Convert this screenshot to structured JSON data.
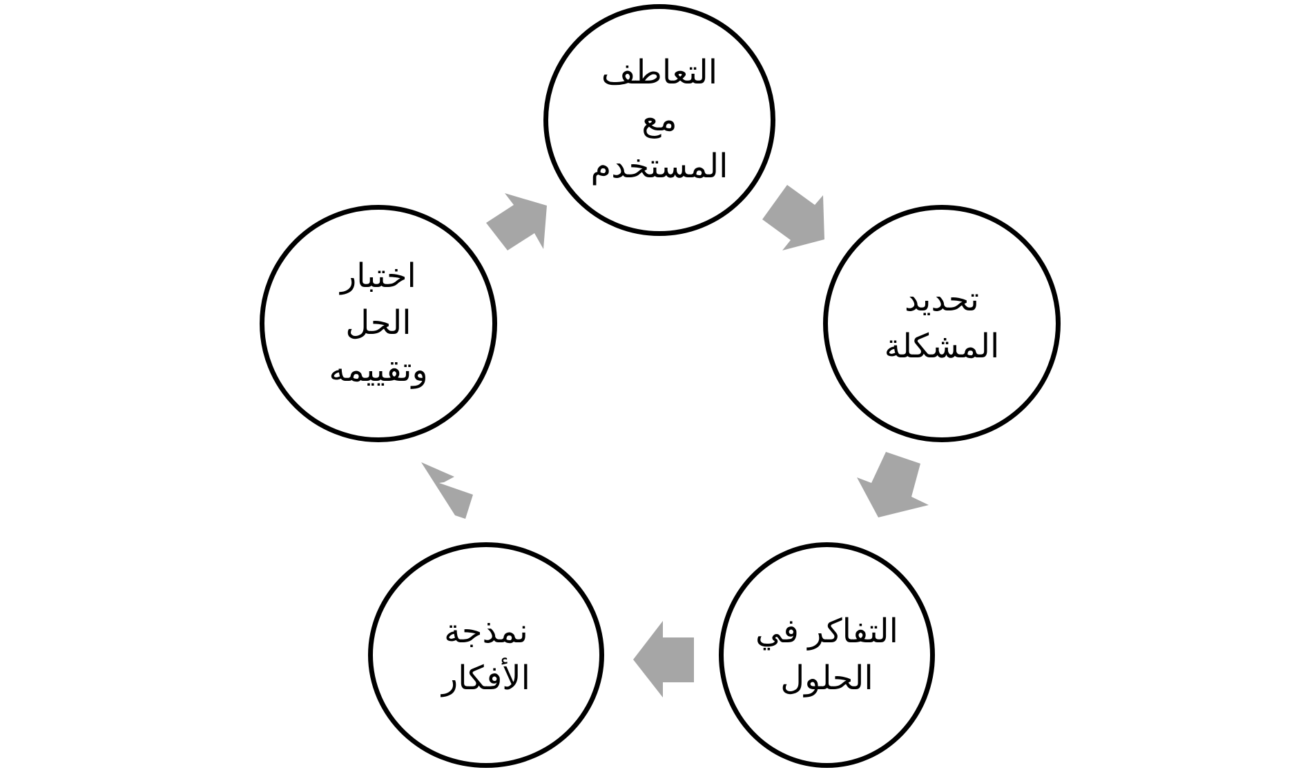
{
  "diagram": {
    "type": "cycle",
    "direction": "clockwise",
    "arrow_color": "#A6A6A6",
    "circle_border_color": "#000000",
    "nodes": [
      {
        "id": "n1",
        "lines": [
          "التعاطف",
          "مع",
          "المستخدم"
        ]
      },
      {
        "id": "n2",
        "lines": [
          "تحديد",
          "المشكلة"
        ]
      },
      {
        "id": "n3",
        "lines": [
          "التفاكر في",
          "الحلول"
        ]
      },
      {
        "id": "n4",
        "lines": [
          "نمذجة",
          "الأفكار"
        ]
      },
      {
        "id": "n5",
        "lines": [
          "اختبار",
          "الحل",
          "وتقييمه"
        ]
      }
    ],
    "edges": [
      {
        "from": "n1",
        "to": "n2"
      },
      {
        "from": "n2",
        "to": "n3"
      },
      {
        "from": "n3",
        "to": "n4"
      },
      {
        "from": "n4",
        "to": "n5"
      },
      {
        "from": "n5",
        "to": "n1"
      }
    ]
  }
}
